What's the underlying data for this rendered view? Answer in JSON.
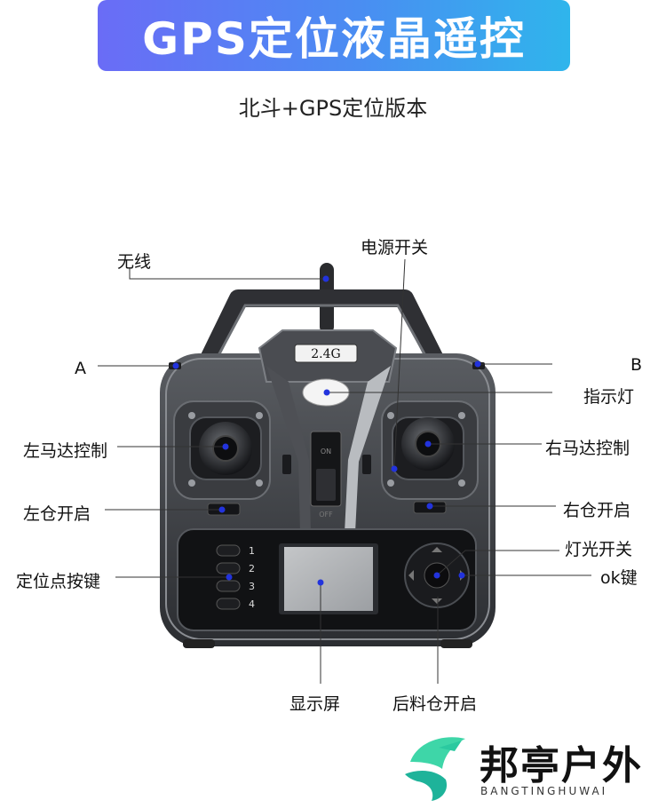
{
  "banner": {
    "title": "GPS定位液晶遥控"
  },
  "subtitle": "北斗+GPS定位版本",
  "device": {
    "frequency_label": "2.4G",
    "switch_on_label": "ON",
    "switch_off_label": "OFF",
    "point_keys": [
      "1",
      "2",
      "3",
      "4"
    ]
  },
  "callouts": {
    "wireless": "无线",
    "power_switch": "电源开关",
    "a": "A",
    "b": "B",
    "indicator": "指示灯",
    "left_motor": "左马达控制",
    "right_motor": "右马达控制",
    "left_bin": "左仓开启",
    "right_bin": "右仓开启",
    "light_switch": "灯光开关",
    "locate_keys": "定位点按键",
    "ok_key": "ok键",
    "display": "显示屏",
    "rear_bin": "后料仓开启"
  },
  "brand": {
    "name": "邦亭户外",
    "pinyin": "BANGTINGHUWAI",
    "accent": "#3ed6a8"
  },
  "colors": {
    "banner_start": "#6a6cf6",
    "banner_end": "#2fb5ec",
    "marker": "#2233dd"
  }
}
